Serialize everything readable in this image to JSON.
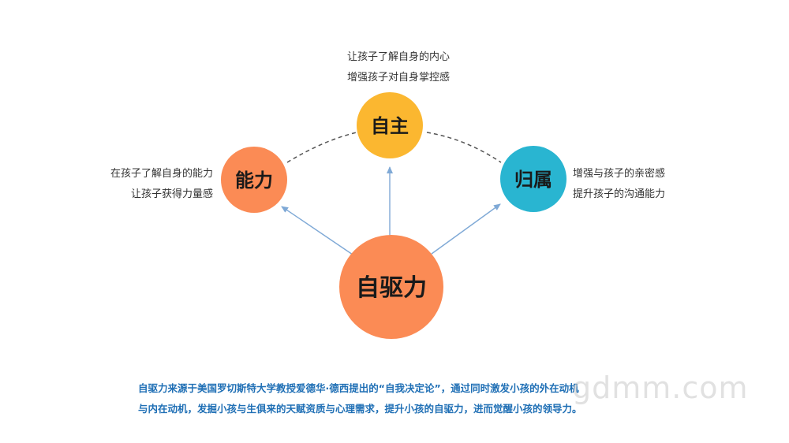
{
  "nodes": {
    "center": {
      "label": "自驱力",
      "color": "#fb8b55"
    },
    "top": {
      "label": "自主",
      "color": "#fbb730"
    },
    "left": {
      "label": "能力",
      "color": "#fb8b55"
    },
    "right": {
      "label": "归属",
      "color": "#29b5d1"
    }
  },
  "annotations": {
    "top": [
      "让孩子了解自身的内心",
      "增强孩子对自身掌控感"
    ],
    "left": [
      "在孩子了解自身的能力",
      "让孩子获得力量感"
    ],
    "right": [
      "增强与孩子的亲密感",
      "提升孩子的沟通能力"
    ]
  },
  "caption": {
    "line1": "自驱力来源于美国罗切斯特大学教授爱德华·德西提出的“自我决定论”，通过同时激发小孩的外在动机",
    "line2": "与内在动机，发掘小孩与生俱来的天赋资质与心理需求，提升小孩的自驱力，进而觉醒小孩的领导力。"
  },
  "watermark": "gdmm.com",
  "colors": {
    "arrow": "#7fa9d6",
    "dashed_arc": "#555555",
    "caption": "#1f6fb5"
  }
}
